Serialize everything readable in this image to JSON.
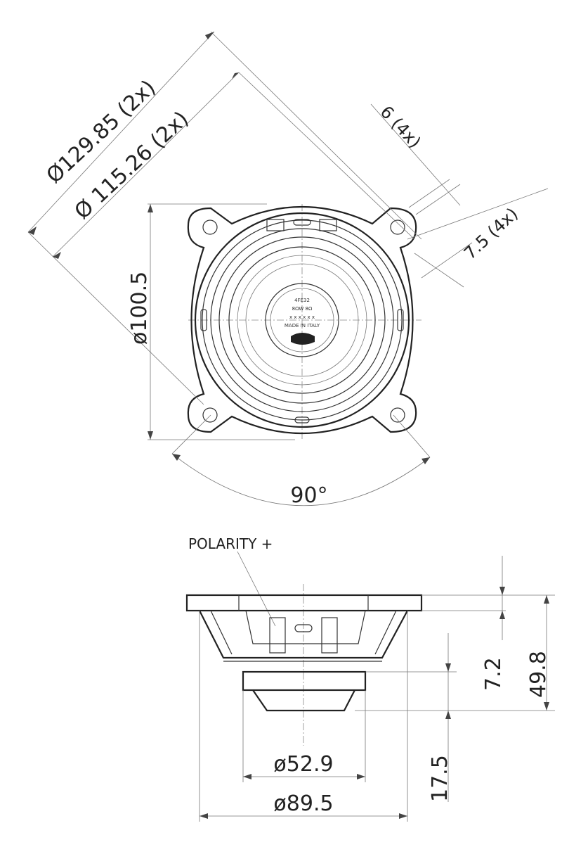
{
  "top_view": {
    "dim_outer_diameter": "Ø129.85 (2x)",
    "dim_inner_diameter": "Ø 115.26 (2x)",
    "dim_hole": "6 (4x)",
    "dim_slot": "7.5 (4x)",
    "dim_diameter_100": "ø100.5",
    "dim_angle": "90°",
    "label_model": "4FE32",
    "label_spec": "8ΩW  8Ω",
    "label_dots": "x x x x x x",
    "label_made_in": "MADE IN ITALY"
  },
  "side_view": {
    "polarity_label": "POLARITY +",
    "dim_7_2": "7.2",
    "dim_49_8": "49.8",
    "dim_52_9": "ø52.9",
    "dim_17_5": "17.5",
    "dim_89_5": "ø89.5"
  },
  "colors": {
    "line": "#333333",
    "background": "#ffffff"
  }
}
